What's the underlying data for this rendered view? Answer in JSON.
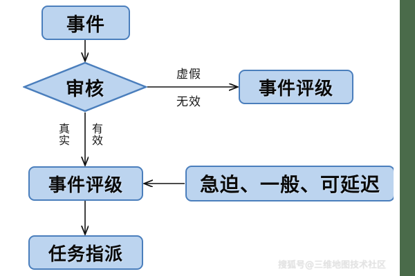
{
  "diagram": {
    "type": "flowchart",
    "nodes": [
      {
        "id": "event",
        "label": "事件",
        "shape": "rounded-rect"
      },
      {
        "id": "review",
        "label": "审核",
        "shape": "diamond"
      },
      {
        "id": "rating_top",
        "label": "事件评级",
        "shape": "rounded-rect"
      },
      {
        "id": "rating_mid",
        "label": "事件评级",
        "shape": "rounded-rect"
      },
      {
        "id": "priority",
        "label": "急迫、一般、可延迟",
        "shape": "rounded-rect"
      },
      {
        "id": "assign",
        "label": "任务指派",
        "shape": "rounded-rect"
      }
    ],
    "edge_labels": {
      "false": "虚假",
      "invalid": "无效",
      "true": "真实",
      "valid": "有效"
    },
    "colors": {
      "node_fill": "#bcd4ef",
      "node_border": "#4a7ebc",
      "connector": "#1a1a1a",
      "text": "#0a0a0a",
      "edge_band": "#4a6b4a"
    }
  },
  "watermark": {
    "text": "搜狐号@三维地图技术社区"
  }
}
